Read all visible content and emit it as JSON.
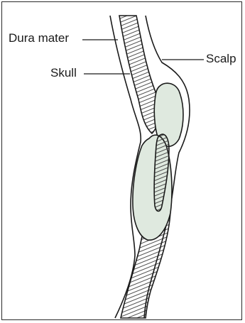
{
  "labels": {
    "dura_mater": "Dura mater",
    "skull": "Skull",
    "scalp": "Scalp"
  },
  "colors": {
    "outline": "#1a1a1a",
    "hematoma_fill": "#dfe9df",
    "hatch": "#333333",
    "background": "#ffffff"
  }
}
